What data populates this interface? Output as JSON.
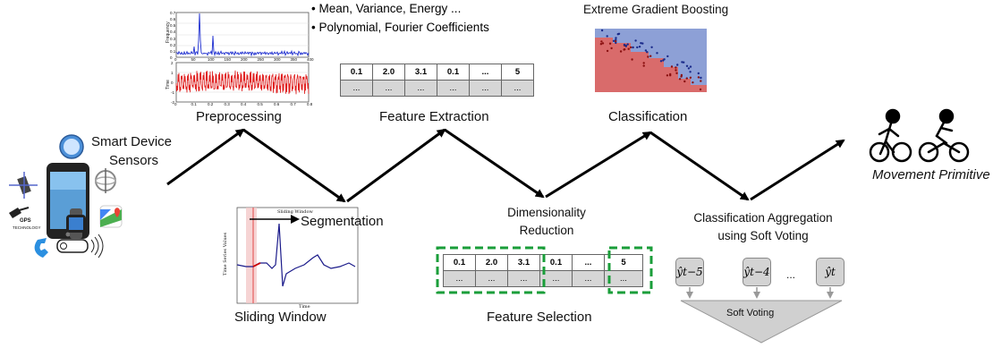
{
  "labels": {
    "sensors_line1": "Smart Device",
    "sensors_line2": "Sensors",
    "preprocessing": "Preprocessing",
    "feature_extraction": "Feature Extraction",
    "classification": "Classification",
    "movement_primitive": "Movement Primitive",
    "segmentation": "Segmentation",
    "sliding_window": "Sliding Window",
    "dim_red_line1": "Dimensionality",
    "dim_red_line2": "Reduction",
    "feature_selection": "Feature Selection",
    "aggregation_line1": "Classification Aggregation",
    "aggregation_line2": "using Soft Voting",
    "xgboost": "Extreme Gradient Boosting",
    "soft_voting": "Soft Voting",
    "gps_text": "GPS",
    "gps_sub": "TECHNOLOGY"
  },
  "features": {
    "bullet1": "Mean, Variance, Energy ...",
    "bullet2": "Polynomial, Fourier Coefficients"
  },
  "extraction_table": [
    "0.1",
    "2.0",
    "3.1",
    "0.1",
    "...",
    "5"
  ],
  "extraction_row2": [
    "...",
    "...",
    "...",
    "...",
    "...",
    "..."
  ],
  "selection_table": [
    "0.1",
    "2.0",
    "3.1",
    "0.1",
    "...",
    "5"
  ],
  "selection_row2": [
    "...",
    "...",
    "...",
    "...",
    "...",
    "..."
  ],
  "votes": {
    "v1": "ŷt−5",
    "v2": "ŷt−4",
    "dots": "...",
    "v3": "ŷt"
  },
  "plots": {
    "freq_ylabel": "Frequency",
    "time_ylabel": "Time",
    "freq_xticks": [
      "0",
      "50",
      "100",
      "150",
      "200",
      "250",
      "300",
      "350",
      "400"
    ],
    "time_xticks": [
      "0",
      "0.1",
      "0.2",
      "0.3",
      "0.4",
      "0.5",
      "0.6",
      "0.7",
      "0.8"
    ],
    "freq_yticks": [
      "0.7",
      "0.6",
      "0.5",
      "0.4",
      "0.3",
      "0.2",
      "0.1",
      "0"
    ],
    "time_yticks": [
      "2",
      "1",
      "0",
      "-1",
      "-2"
    ],
    "seg_title": "Sliding Window",
    "seg_ylabel": "Time Series Values",
    "seg_xlabel": "Time"
  },
  "colors": {
    "green_dash": "#1a9e3a",
    "freq_line": "#1f2fd0",
    "time_line": "#e02020",
    "seg_line": "#1a1a8a",
    "xgb_blue": "#8da0d6",
    "xgb_red": "#d96b6b"
  }
}
